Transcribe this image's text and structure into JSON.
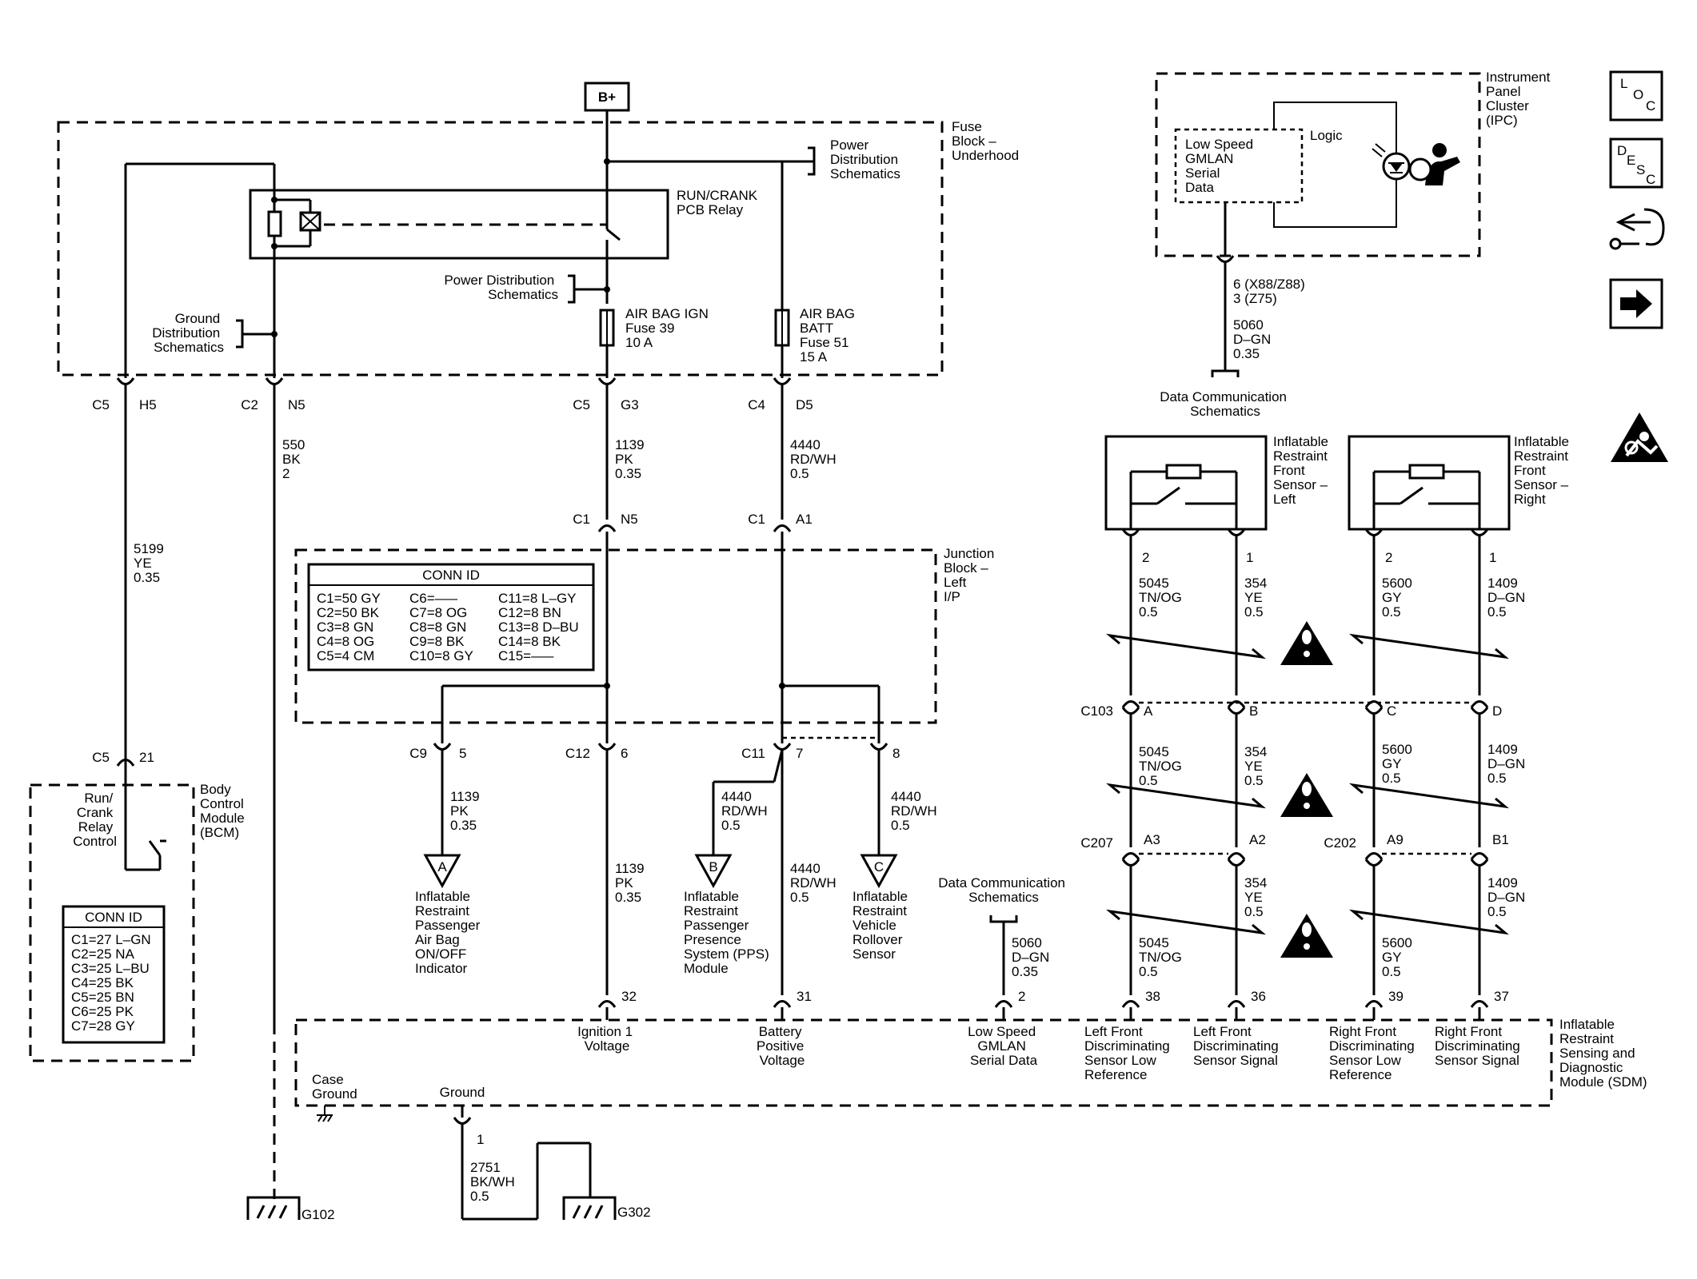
{
  "bplus": "B+",
  "fuse_block": [
    "Fuse",
    "Block –",
    "Underhood"
  ],
  "power_dist_1": [
    "Power",
    "Distribution",
    "Schematics"
  ],
  "relay": [
    "RUN/CRANK",
    "PCB Relay"
  ],
  "power_dist_2": [
    "Power Distribution",
    "Schematics"
  ],
  "ground_dist": [
    "Ground",
    "Distribution",
    "Schematics"
  ],
  "fuse39": [
    "AIR BAG IGN",
    "Fuse 39",
    "10 A"
  ],
  "fuse51": [
    "AIR BAG",
    "BATT",
    "Fuse 51",
    "15 A"
  ],
  "conn_c5": "C5",
  "conn_h5": "H5",
  "conn_c2": "C2",
  "conn_n5": "N5",
  "conn_c5b": "C5",
  "conn_g3": "G3",
  "conn_c4": "C4",
  "conn_d5": "D5",
  "wire_550": [
    "550",
    "BK",
    "2"
  ],
  "wire_1139a": [
    "1139",
    "PK",
    "0.35"
  ],
  "wire_4440a": [
    "4440",
    "RD/WH",
    "0.5"
  ],
  "wire_5199": [
    "5199",
    "YE",
    "0.35"
  ],
  "conn_c1a": "C1",
  "conn_n5b": "N5",
  "conn_c1b": "C1",
  "conn_a1": "A1",
  "junction_block": [
    "Junction",
    "Block –",
    "Left",
    "I/P"
  ],
  "connid1": {
    "title": "CONN ID",
    "col1": [
      "C1=50 GY",
      "C2=50 BK",
      "C3=8 GN",
      "C4=8 OG",
      "C5=4 CM"
    ],
    "col2": [
      "C6=–––",
      "C7=8 OG",
      "C8=8 GN",
      "C9=8 BK",
      "C10=8 GY"
    ],
    "col3": [
      "C11=8 L–GY",
      "C12=8 BN",
      "C13=8 D–BU",
      "C14=8 BK",
      "C15=–––"
    ]
  },
  "conn_c9": "C9",
  "pin_5": "5",
  "conn_c12": "C12",
  "pin_6": "6",
  "conn_c11": "C11",
  "pin_7": "7",
  "pin_8": "8",
  "conn_c5c": "C5",
  "pin_21": "21",
  "bcm": [
    "Body",
    "Control",
    "Module",
    "(BCM)"
  ],
  "bcm_relay": [
    "Run/",
    "Crank",
    "Relay",
    "Control"
  ],
  "connid2": {
    "title": "CONN ID",
    "rows": [
      "C1=27 L–GN",
      "C2=25 NA",
      "C3=25 L–BU",
      "C4=25 BK",
      "C5=25 BN",
      "C6=25 PK",
      "C7=28 GY"
    ]
  },
  "wire_1139b": [
    "1139",
    "PK",
    "0.35"
  ],
  "wire_4440b": [
    "4440",
    "RD/WH",
    "0.5"
  ],
  "wire_4440c": [
    "4440",
    "RD/WH",
    "0.5"
  ],
  "wire_1139c": [
    "1139",
    "PK",
    "0.35"
  ],
  "wire_4440d": [
    "4440",
    "RD/WH",
    "0.5"
  ],
  "ref_a": "A",
  "ref_b": "B",
  "ref_c": "C",
  "ref_a_text": [
    "Inflatable",
    "Restraint",
    "Passenger",
    "Air Bag",
    "ON/OFF",
    "Indicator"
  ],
  "ref_b_text": [
    "Inflatable",
    "Restraint",
    "Passenger",
    "Presence",
    "System (PPS)",
    "Module"
  ],
  "ref_c_text": [
    "Inflatable",
    "Restraint",
    "Vehicle",
    "Rollover",
    "Sensor"
  ],
  "ipc": [
    "Instrument",
    "Panel",
    "Cluster",
    "(IPC)"
  ],
  "ipc_logic": "Logic",
  "ipc_lsg": [
    "Low Speed",
    "GMLAN",
    "Serial",
    "Data"
  ],
  "ipc_pin": [
    "6 (X88/Z88)",
    "3 (Z75)"
  ],
  "wire_5060a": [
    "5060",
    "D–GN",
    "0.35"
  ],
  "data_comm_1": [
    "Data Communication",
    "Schematics"
  ],
  "sensor_left": [
    "Inflatable",
    "Restraint",
    "Front",
    "Sensor –",
    "Left"
  ],
  "sensor_right": [
    "Inflatable",
    "Restraint",
    "Front",
    "Sensor –",
    "Right"
  ],
  "sl_pin2": "2",
  "sl_pin1": "1",
  "sr_pin2": "2",
  "sr_pin1": "1",
  "w5045a": [
    "5045",
    "TN/OG",
    "0.5"
  ],
  "w354a": [
    "354",
    "YE",
    "0.5"
  ],
  "w5600a": [
    "5600",
    "GY",
    "0.5"
  ],
  "w1409a": [
    "1409",
    "D–GN",
    "0.5"
  ],
  "conn_c103": "C103",
  "pin_A": "A",
  "pin_B": "B",
  "pin_C": "C",
  "pin_D": "D",
  "w5045b": [
    "5045",
    "TN/OG",
    "0.5"
  ],
  "w354b": [
    "354",
    "YE",
    "0.5"
  ],
  "w5600b": [
    "5600",
    "GY",
    "0.5"
  ],
  "w1409b": [
    "1409",
    "D–GN",
    "0.5"
  ],
  "conn_c207": "C207",
  "pin_A3": "A3",
  "pin_A2": "A2",
  "conn_c202": "C202",
  "pin_A9": "A9",
  "pin_B1": "B1",
  "w5045c": [
    "5045",
    "TN/OG",
    "0.5"
  ],
  "w354c": [
    "354",
    "YE",
    "0.5"
  ],
  "w5600c": [
    "5600",
    "GY",
    "0.5"
  ],
  "w1409c": [
    "1409",
    "D–GN",
    "0.5"
  ],
  "data_comm_2": [
    "Data Communication",
    "Schematics"
  ],
  "wire_5060b": [
    "5060",
    "D–GN",
    "0.35"
  ],
  "pin_32": "32",
  "pin_31": "31",
  "pin_2": "2",
  "pin_38": "38",
  "pin_36": "36",
  "pin_39": "39",
  "pin_37": "37",
  "sdm": [
    "Inflatable",
    "Restraint",
    "Sensing and",
    "Diagnostic",
    "Module (SDM)"
  ],
  "sdm_ign": [
    "Ignition 1",
    "Voltage"
  ],
  "sdm_batt": [
    "Battery",
    "Positive",
    "Voltage"
  ],
  "sdm_lsg": [
    "Low Speed",
    "GMLAN",
    "Serial Data"
  ],
  "sdm_lf_low": [
    "Left Front",
    "Discriminating",
    "Sensor Low",
    "Reference"
  ],
  "sdm_lf_sig": [
    "Left Front",
    "Discriminating",
    "Sensor Signal"
  ],
  "sdm_rf_low": [
    "Right Front",
    "Discriminating",
    "Sensor Low",
    "Reference"
  ],
  "sdm_rf_sig": [
    "Right Front",
    "Discriminating",
    "Sensor Signal"
  ],
  "case_ground": [
    "Case",
    "Ground"
  ],
  "ground": "Ground",
  "pin_1": "1",
  "wire_2751": [
    "2751",
    "BK/WH",
    "0.5"
  ],
  "g102": "G102",
  "g302": "G302",
  "icon_loc": [
    "L",
    "O",
    "C"
  ],
  "icon_desc": [
    "D",
    "E",
    "S",
    "C"
  ]
}
